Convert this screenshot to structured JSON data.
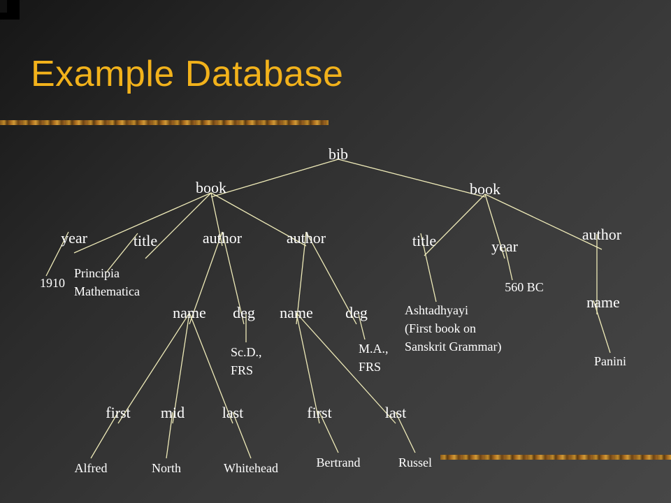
{
  "slide": {
    "title": "Example Database"
  },
  "tree": {
    "nodes": [
      {
        "id": "bib",
        "text": "bib",
        "kind": "tag"
      },
      {
        "id": "book1",
        "text": "book",
        "kind": "tag"
      },
      {
        "id": "book2",
        "text": "book",
        "kind": "tag"
      },
      {
        "id": "year1",
        "text": "year",
        "kind": "tag"
      },
      {
        "id": "title1",
        "text": "title",
        "kind": "tag"
      },
      {
        "id": "author1",
        "text": "author",
        "kind": "tag"
      },
      {
        "id": "author2",
        "text": "author",
        "kind": "tag"
      },
      {
        "id": "title2",
        "text": "title",
        "kind": "tag"
      },
      {
        "id": "year2",
        "text": "year",
        "kind": "tag"
      },
      {
        "id": "author3",
        "text": "author",
        "kind": "tag"
      },
      {
        "id": "v1910",
        "text": "1910",
        "kind": "val"
      },
      {
        "id": "principia",
        "text": "Principia\nMathematica",
        "kind": "val"
      },
      {
        "id": "name1",
        "text": "name",
        "kind": "tag"
      },
      {
        "id": "deg1",
        "text": "deg",
        "kind": "tag"
      },
      {
        "id": "name2",
        "text": "name",
        "kind": "tag"
      },
      {
        "id": "deg2",
        "text": "deg",
        "kind": "tag"
      },
      {
        "id": "ashta",
        "text": "Ashtadhyayi\n(First book on\nSanskrit Grammar)",
        "kind": "val"
      },
      {
        "id": "v560",
        "text": "560 BC",
        "kind": "val"
      },
      {
        "id": "name3",
        "text": "name",
        "kind": "tag"
      },
      {
        "id": "scd",
        "text": "Sc.D.,\nFRS",
        "kind": "val"
      },
      {
        "id": "ma",
        "text": "M.A.,\nFRS",
        "kind": "val"
      },
      {
        "id": "panini",
        "text": "Panini",
        "kind": "val"
      },
      {
        "id": "first1",
        "text": "first",
        "kind": "tag"
      },
      {
        "id": "mid1",
        "text": "mid",
        "kind": "tag"
      },
      {
        "id": "last1",
        "text": "last",
        "kind": "tag"
      },
      {
        "id": "first2",
        "text": "first",
        "kind": "tag"
      },
      {
        "id": "last2",
        "text": "last",
        "kind": "tag"
      },
      {
        "id": "alfred",
        "text": "Alfred",
        "kind": "val"
      },
      {
        "id": "north",
        "text": "North",
        "kind": "val"
      },
      {
        "id": "whitehead",
        "text": "Whitehead",
        "kind": "val"
      },
      {
        "id": "bertrand",
        "text": "Bertrand",
        "kind": "val"
      },
      {
        "id": "russel",
        "text": "Russel",
        "kind": "val"
      }
    ],
    "edges": [
      [
        "bib",
        "book1"
      ],
      [
        "bib",
        "book2"
      ],
      [
        "book1",
        "year1"
      ],
      [
        "book1",
        "title1"
      ],
      [
        "book1",
        "author1"
      ],
      [
        "book1",
        "author2"
      ],
      [
        "book2",
        "title2"
      ],
      [
        "book2",
        "year2"
      ],
      [
        "book2",
        "author3"
      ],
      [
        "year1",
        "v1910"
      ],
      [
        "title1",
        "principia"
      ],
      [
        "author1",
        "name1"
      ],
      [
        "author1",
        "deg1"
      ],
      [
        "author2",
        "name2"
      ],
      [
        "author2",
        "deg2"
      ],
      [
        "title2",
        "ashta"
      ],
      [
        "year2",
        "v560"
      ],
      [
        "author3",
        "name3"
      ],
      [
        "deg1",
        "scd"
      ],
      [
        "deg2",
        "ma"
      ],
      [
        "name3",
        "panini"
      ],
      [
        "name1",
        "first1"
      ],
      [
        "name1",
        "mid1"
      ],
      [
        "name1",
        "last1"
      ],
      [
        "name2",
        "first2"
      ],
      [
        "name2",
        "last2"
      ],
      [
        "first1",
        "alfred"
      ],
      [
        "mid1",
        "north"
      ],
      [
        "last1",
        "whitehead"
      ],
      [
        "first2",
        "bertrand"
      ],
      [
        "last2",
        "russel"
      ]
    ]
  }
}
